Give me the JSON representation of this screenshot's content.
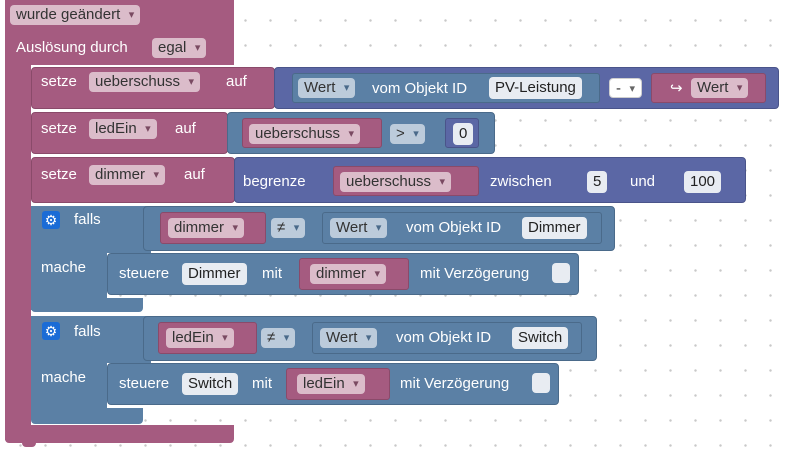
{
  "trigger": {
    "event_label": "wurde geändert",
    "cause_label": "Auslösung durch",
    "cause_value": "egal"
  },
  "colors": {
    "trigger_block": "#a55b80",
    "action_block": "#5b80a5",
    "value_block": "#5b67a5",
    "variable_chip": "#dbbcca",
    "gear": "#1b6cd6"
  },
  "statements": {
    "set1": {
      "set_label": "setze",
      "var_name": "ueberschuss",
      "to_label": "auf",
      "expr": {
        "left_property": "Wert",
        "of_object_label": "vom Objekt ID",
        "object_id": "PV-Leistung",
        "operator": "-",
        "right_icon": "↪",
        "right_property": "Wert"
      }
    },
    "set2": {
      "set_label": "setze",
      "var_name": "ledEin",
      "to_label": "auf",
      "compare": {
        "left_var": "ueberschuss",
        "operator": ">",
        "right_value": "0"
      }
    },
    "set3": {
      "set_label": "setze",
      "var_name": "dimmer",
      "to_label": "auf",
      "clamp": {
        "label": "begrenze",
        "var": "ueberschuss",
        "between_label": "zwischen",
        "min": "5",
        "and_label": "und",
        "max": "100"
      }
    },
    "if1": {
      "if_label": "falls",
      "do_label": "mache",
      "condition": {
        "left_var": "dimmer",
        "operator": "≠",
        "property": "Wert",
        "of_object_label": "vom Objekt ID",
        "object_id": "Dimmer"
      },
      "action": {
        "control_label": "steuere",
        "object_id": "Dimmer",
        "with_label": "mit",
        "value_var": "dimmer",
        "delay_label": "mit Verzögerung"
      }
    },
    "if2": {
      "if_label": "falls",
      "do_label": "mache",
      "condition": {
        "left_var": "ledEin",
        "operator": "≠",
        "property": "Wert",
        "of_object_label": "vom Objekt ID",
        "object_id": "Switch"
      },
      "action": {
        "control_label": "steuere",
        "object_id": "Switch",
        "with_label": "mit",
        "value_var": "ledEin",
        "delay_label": "mit Verzögerung"
      }
    }
  }
}
